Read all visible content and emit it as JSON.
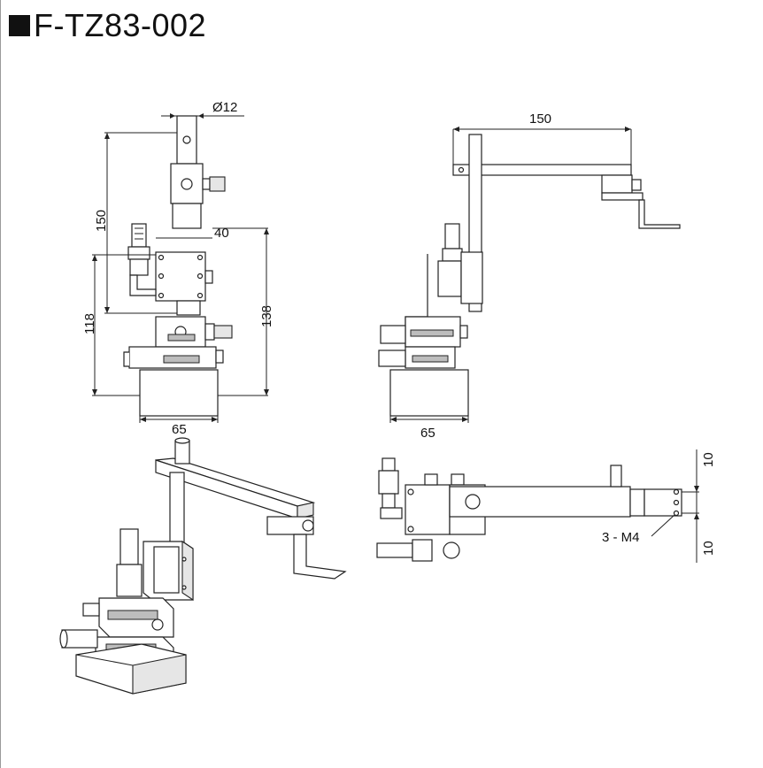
{
  "title": "F-TZ83-002",
  "icons": {
    "title_marker": "black-square-icon"
  },
  "dimensions": {
    "front_diameter": "Ø12",
    "front_arm_height": "150",
    "front_stage_width": "40",
    "front_mid_height": "118",
    "front_total_height": "138",
    "front_base_width": "65",
    "side_arm_length": "150",
    "side_base_width": "65",
    "top_offset_upper": "10",
    "top_offset_lower": "10",
    "top_holes": "3 - M4"
  },
  "views": [
    "front-view",
    "side-view",
    "isometric-view",
    "top-view"
  ]
}
